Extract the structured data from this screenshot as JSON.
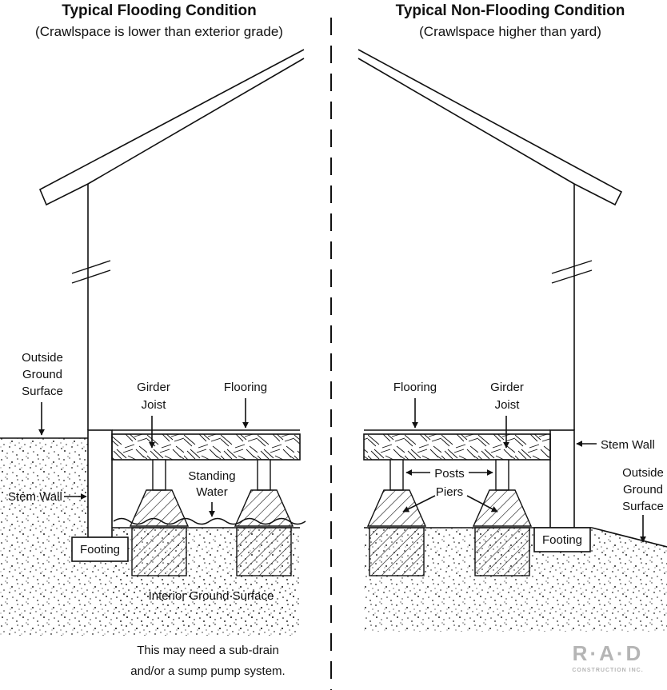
{
  "left": {
    "title": "Typical Flooding Condition",
    "subtitle": "(Crawlspace is lower than exterior grade)",
    "labels": {
      "outside_ground_1": "Outside",
      "outside_ground_2": "Ground",
      "outside_ground_3": "Surface",
      "girder_1": "Girder",
      "girder_2": "Joist",
      "flooring": "Flooring",
      "standing_1": "Standing",
      "standing_2": "Water",
      "stem_wall": "Stem Wall",
      "footing": "Footing",
      "interior_ground": "Interior Ground Surface"
    },
    "note_1": "This may need a sub-drain",
    "note_2": "and/or a sump pump system."
  },
  "right": {
    "title": "Typical Non-Flooding Condition",
    "subtitle": "(Crawlspace higher than yard)",
    "labels": {
      "flooring": "Flooring",
      "girder_1": "Girder",
      "girder_2": "Joist",
      "stem_wall": "Stem Wall",
      "posts": "Posts",
      "piers": "Piers",
      "outside_ground_1": "Outside",
      "outside_ground_2": "Ground",
      "outside_ground_3": "Surface",
      "footing": "Footing"
    }
  },
  "logo": {
    "main": "R·A·D",
    "sub": "CONSTRUCTION INC."
  },
  "colors": {
    "ink": "#111111",
    "logo": "#b5b5b5"
  }
}
